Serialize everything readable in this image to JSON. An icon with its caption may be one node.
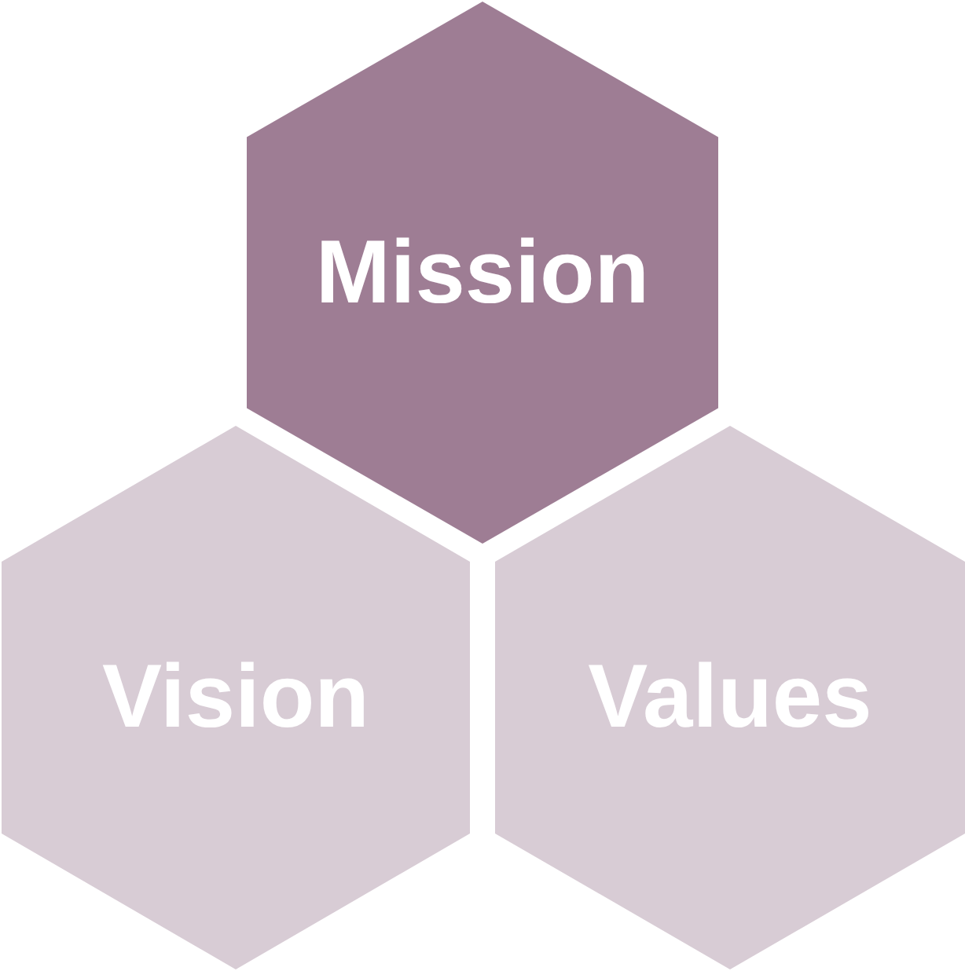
{
  "diagram": {
    "nodes": [
      {
        "text": [
          "Mission"
        ]
      },
      {
        "text": [
          "Vision"
        ]
      },
      {
        "text": [
          "Values"
        ]
      }
    ]
  }
}
